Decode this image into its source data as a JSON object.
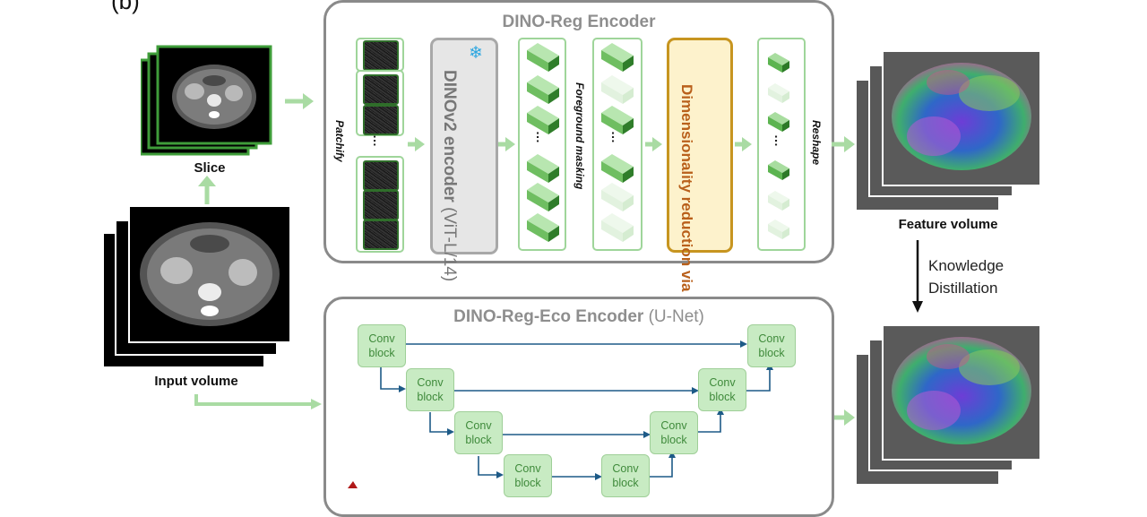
{
  "panel_label": "(b)",
  "captions": {
    "slice": "Slice",
    "input_volume": "Input volume",
    "feature_volume": "Feature volume"
  },
  "dino_reg_encoder": {
    "title": "DINO-Reg Encoder",
    "patchify": "Patchify",
    "frozen_icon": "snowflake-icon",
    "encoder_name": "DINOv2 encoder",
    "encoder_sub": "(ViT-L/14)",
    "foreground_masking": "Foreground masking",
    "pca_line1": "Dimensionality",
    "pca_line2": "reduction via PCA",
    "reshape": "Reshape",
    "ellipsis": "…"
  },
  "knowledge_distillation": {
    "line1": "Knowledge",
    "line2": "Distillation"
  },
  "eco_encoder": {
    "title": "DINO-Reg-Eco Encoder",
    "subtitle": "(U-Net)",
    "conv_line1": "Conv",
    "conv_line2": "block"
  },
  "colors": {
    "arrow_green": "#a9dba3",
    "box_border": "#8a8a8a",
    "column_border": "#9fd59a",
    "pca_fill": "#fdf2cc",
    "pca_text": "#b9601b",
    "unet_arrow": "#1d5a87",
    "conv_fill": "#c8ebc3"
  }
}
